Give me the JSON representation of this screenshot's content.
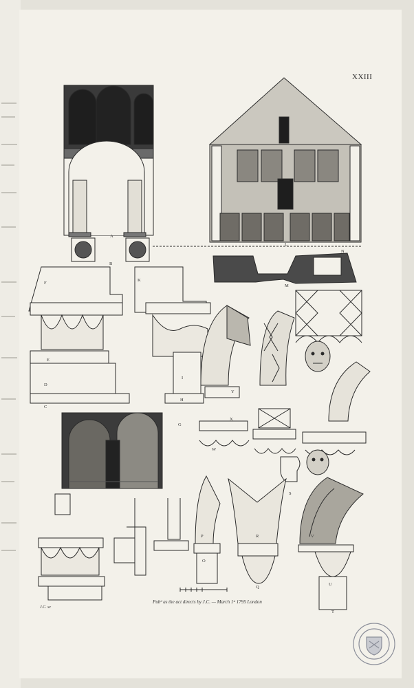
{
  "plate": {
    "number": "XXIII",
    "imprint": "Pubᵈ as the act directs by J.C. — March 1ˢᵗ 1795 London",
    "engraver": "J.C. sc"
  },
  "labels": [
    "A",
    "B",
    "C",
    "D",
    "E",
    "F",
    "G",
    "H",
    "I",
    "K",
    "L",
    "M",
    "N",
    "O",
    "P",
    "Q",
    "R",
    "S",
    "T",
    "U",
    "V",
    "W",
    "X",
    "Y"
  ],
  "colors": {
    "paper": "#f3f1ea",
    "ink": "#2b2b2b",
    "background": "#e9e7e0",
    "stamp": "#8c8f9a"
  },
  "icons": [
    "library-stamp-icon"
  ]
}
